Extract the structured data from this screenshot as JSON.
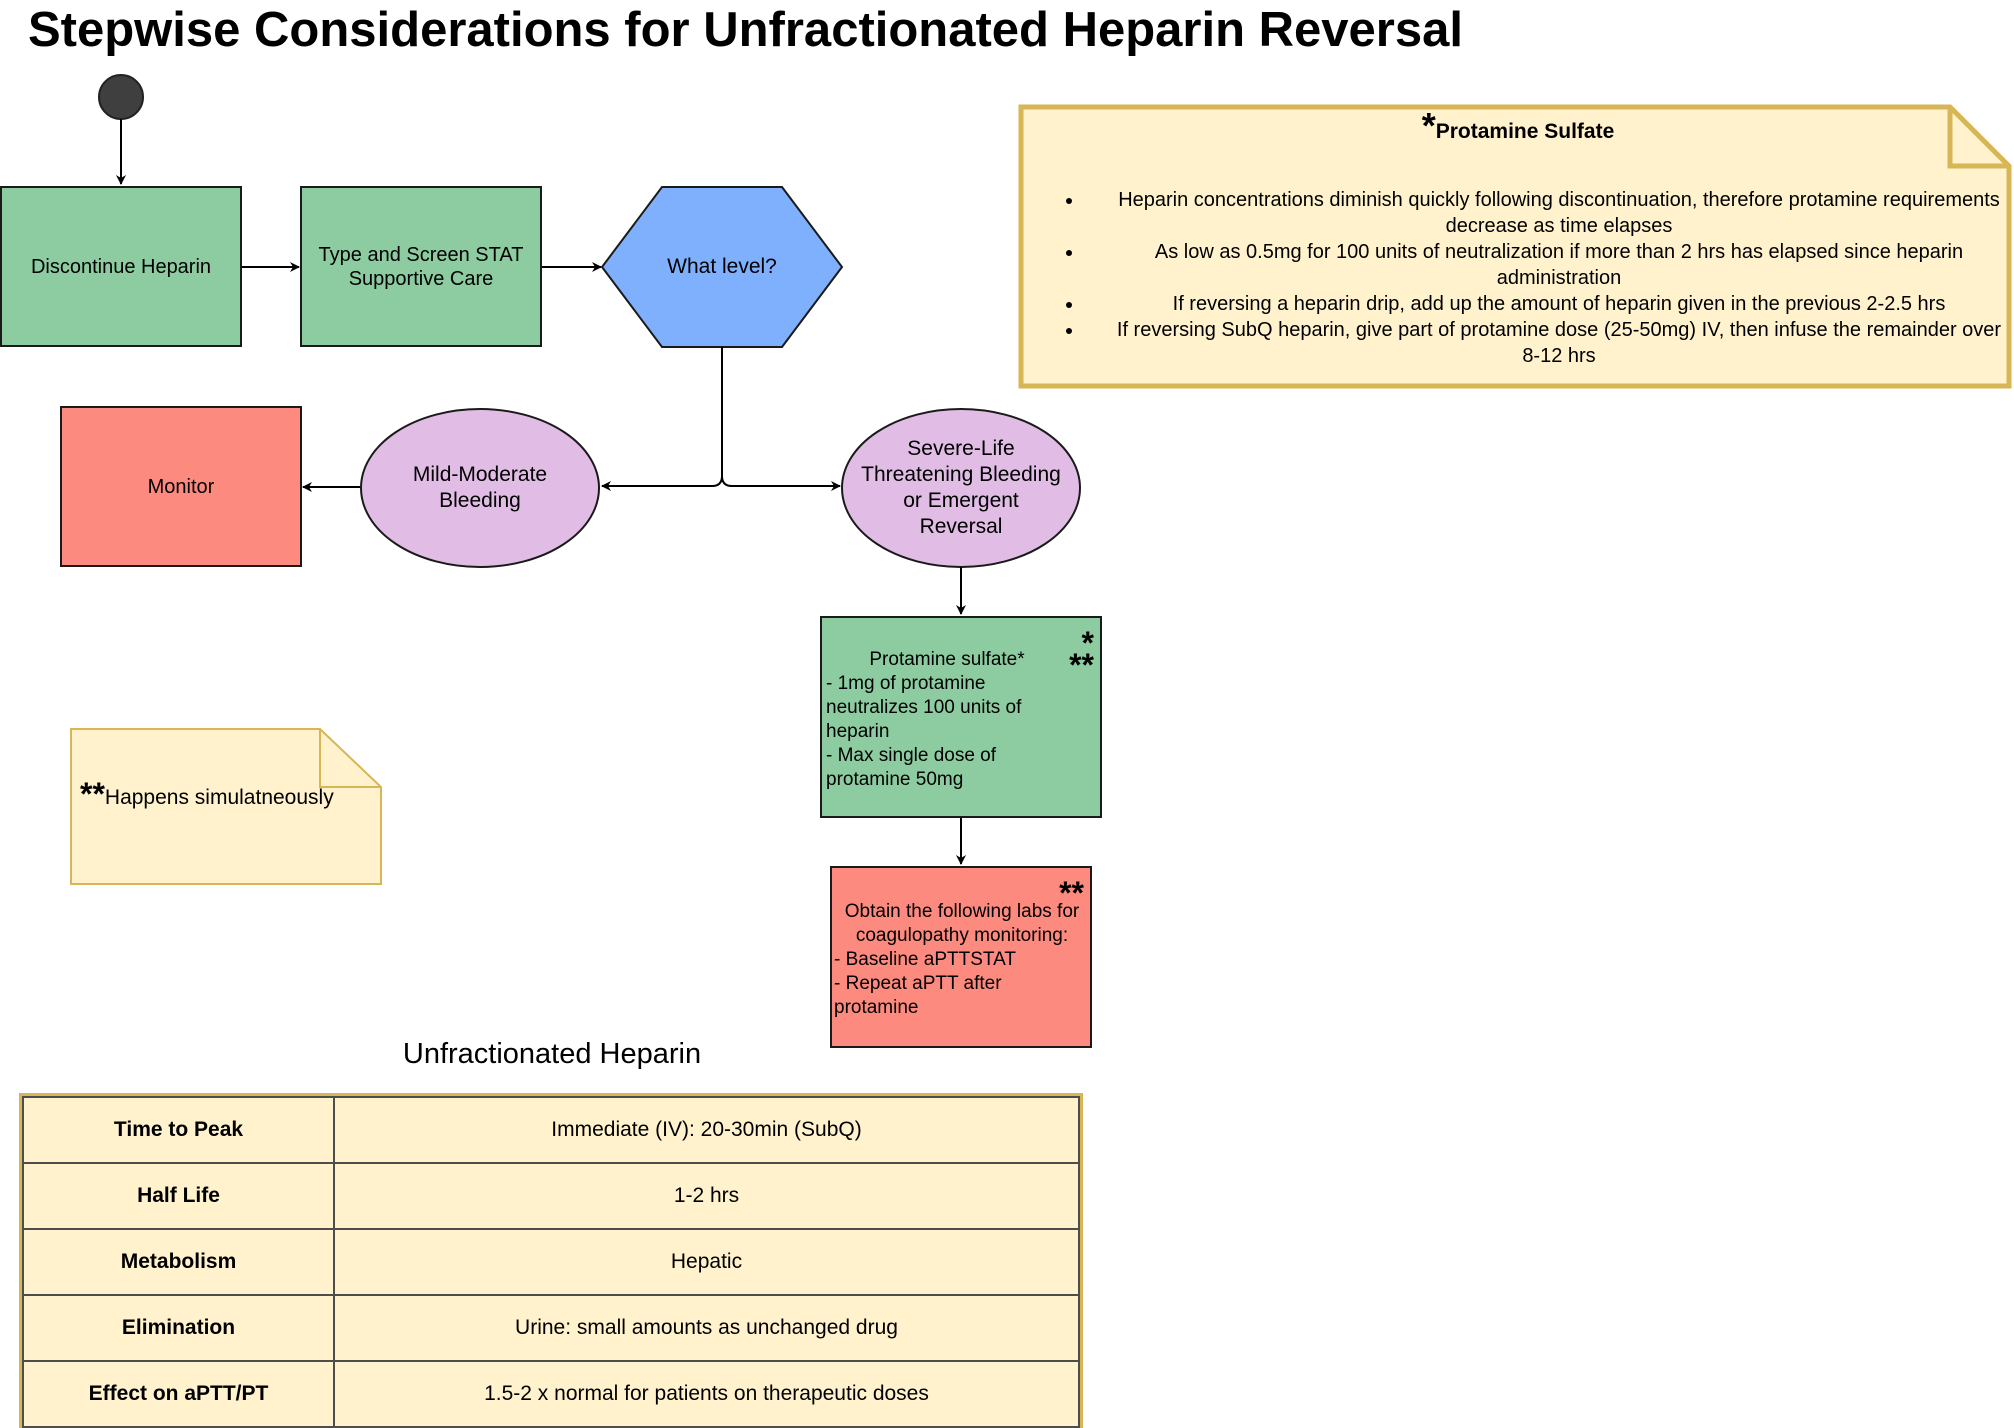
{
  "title": "Stepwise Considerations for Unfractionated Heparin Reversal",
  "flowchart": {
    "discontinue": "Discontinue Heparin",
    "type_screen": "Type and Screen STAT\nSupportive Care",
    "what_level": "What level?",
    "mild_moderate": "Mild-Moderate\nBleeding",
    "monitor": "Monitor",
    "severe": "Severe-Life\nThreatening Bleeding\nor Emergent\nReversal",
    "protamine_box": {
      "heading": "Protamine sulfate*",
      "lines": " - 1mg of protamine\nneutralizes 100 units of\nheparin\n - Max single dose of\nprotamine 50mg",
      "stars": "*\n**"
    },
    "labs_box": {
      "stars": "**",
      "heading": "Obtain the following labs for\ncoagulopathy monitoring:",
      "lines": " - Baseline aPTTSTAT\n - Repeat aPTT after\nprotamine"
    }
  },
  "notes": {
    "simultaneous": {
      "stars": "**",
      "text": "Happens simulatneously"
    },
    "protamine": {
      "star": "*",
      "title": "Protamine Sulfate",
      "bullets": [
        "Heparin concentrations diminish quickly following discontinuation, therefore protamine requirements decrease as time elapses",
        "As low as 0.5mg for 100 units of neutralization if more than 2 hrs has elapsed since heparin administration",
        "If reversing a heparin drip, add up the amount of heparin given in the previous 2-2.5 hrs",
        "If reversing SubQ heparin, give part of protamine dose (25-50mg) IV, then infuse the remainder over 8-12 hrs"
      ]
    }
  },
  "table": {
    "title": "Unfractionated Heparin",
    "rows": [
      {
        "param": "Time to Peak",
        "value": "Immediate (IV): 20-30min (SubQ)"
      },
      {
        "param": "Half Life",
        "value": "1-2 hrs"
      },
      {
        "param": "Metabolism",
        "value": "Hepatic"
      },
      {
        "param": "Elimination",
        "value": "Urine: small amounts as unchanged drug"
      },
      {
        "param": "Effect on aPTT/PT",
        "value": "1.5-2 x normal for patients on therapeutic doses"
      }
    ]
  },
  "colors": {
    "process_green": "#8dcca1",
    "alert_red": "#fd8a7e",
    "decision_blue": "#7eb0fd",
    "bleeding_purple": "#e1bde6",
    "note_fill": "#fff2cc",
    "note_border": "#d6b656",
    "start_node": "#3f3f3f"
  }
}
